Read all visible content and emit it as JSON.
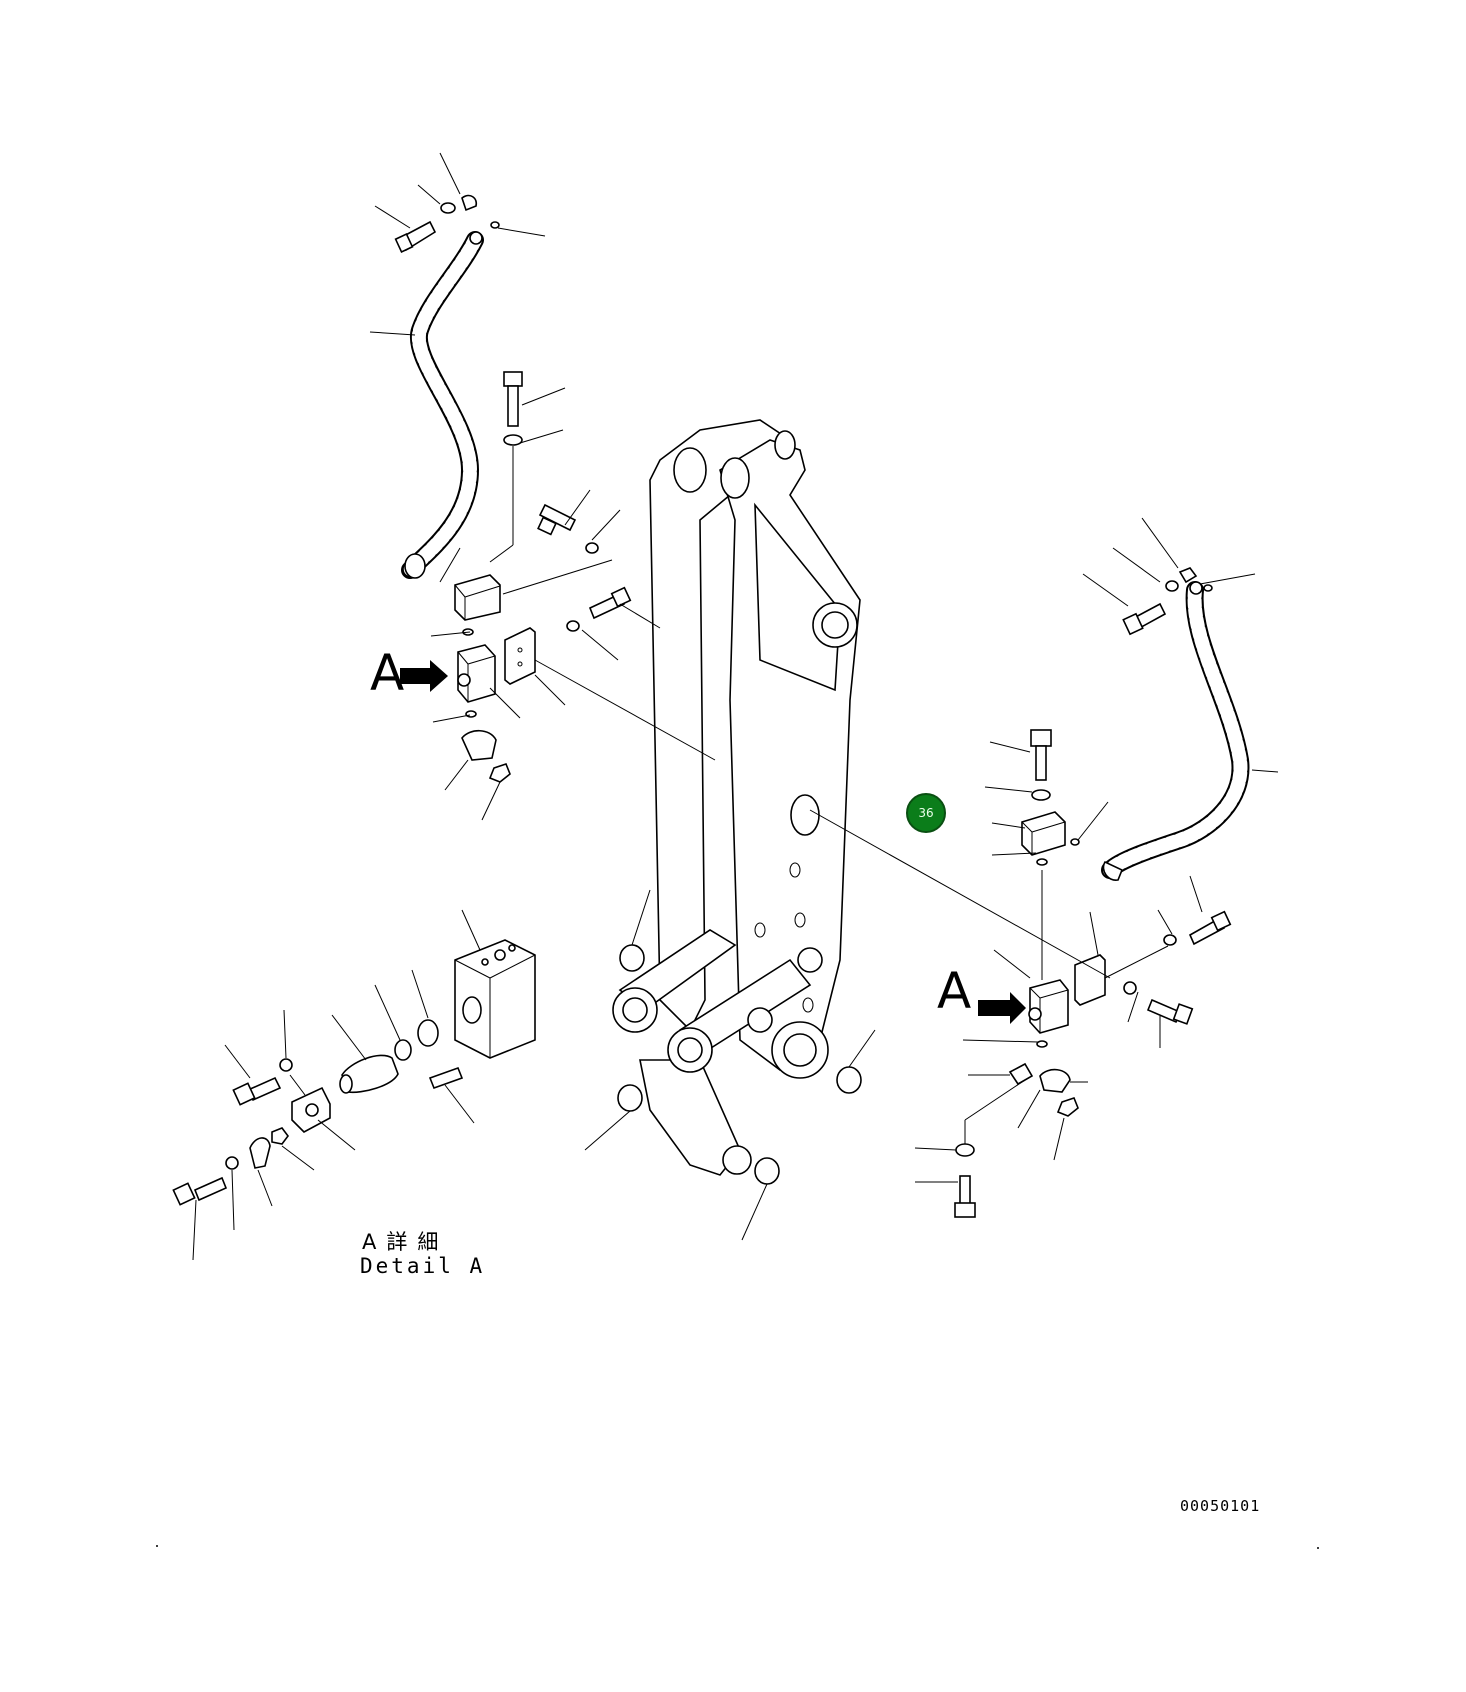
{
  "callout": {
    "number": "36",
    "color": "#0b7d1a"
  },
  "view_letters": {
    "left": "A",
    "right": "A"
  },
  "detail_caption": {
    "japanese": "A詳細",
    "english": "Detail A"
  },
  "drawing_number": "00050101",
  "icons": [
    "arrow-right-icon"
  ]
}
